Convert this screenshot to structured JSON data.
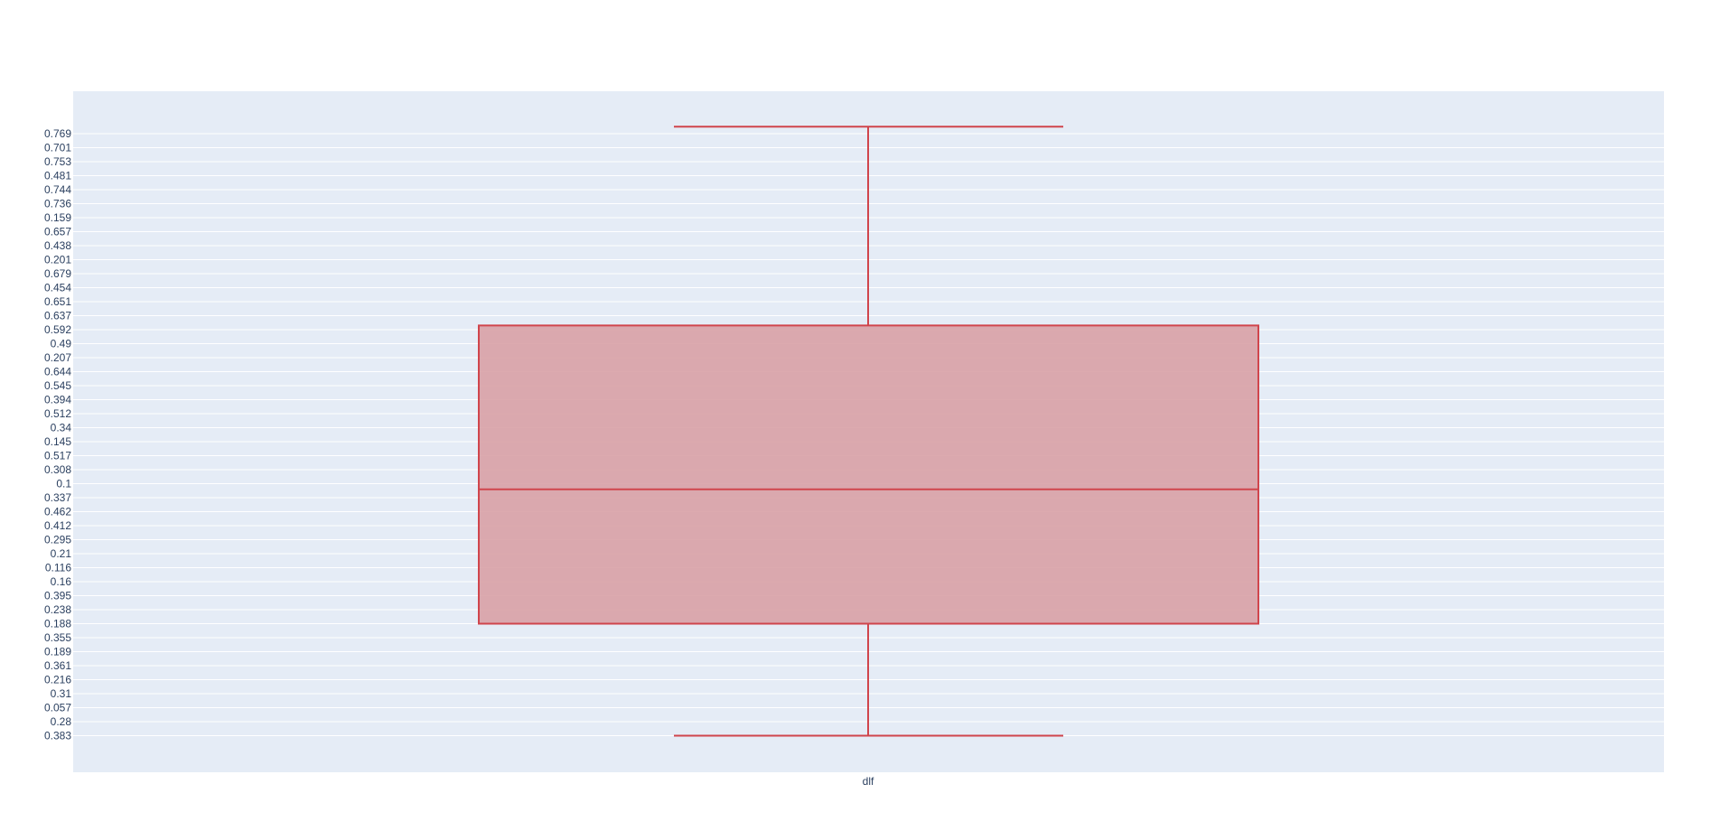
{
  "chart_data": {
    "type": "box",
    "category": "dlf",
    "y_tick_labels": [
      "0.769",
      "0.701",
      "0.753",
      "0.481",
      "0.744",
      "0.736",
      "0.159",
      "0.657",
      "0.438",
      "0.201",
      "0.679",
      "0.454",
      "0.651",
      "0.637",
      "0.592",
      "0.49",
      "0.207",
      "0.644",
      "0.545",
      "0.394",
      "0.512",
      "0.34",
      "0.145",
      "0.517",
      "0.308",
      "0.1",
      "0.337",
      "0.462",
      "0.412",
      "0.295",
      "0.21",
      "0.116",
      "0.16",
      "0.395",
      "0.238",
      "0.188",
      "0.355",
      "0.189",
      "0.361",
      "0.216",
      "0.31",
      "0.057",
      "0.28",
      "0.383"
    ],
    "box": {
      "upper_whisker_level": -0.5,
      "q3_level": 13.7,
      "median_level": 25.4,
      "q1_level": 35,
      "lower_whisker_level": 43
    },
    "colors": {
      "plot_background": "#e5ecf6",
      "gridline": "#ffffff",
      "box_line": "#d0454c",
      "box_fill": "#d8a1a6",
      "tick_text": "#2a3f5f"
    }
  }
}
